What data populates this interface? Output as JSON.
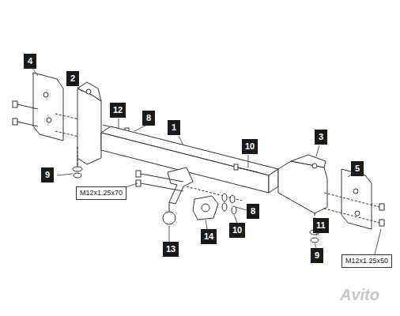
{
  "diagram": {
    "labels": [
      "4",
      "2",
      "12",
      "8",
      "1",
      "10",
      "3",
      "5",
      "9",
      "M12x1.25x70",
      "13",
      "14",
      "10",
      "8",
      "11",
      "9",
      "M12x1.25x50",
      "Avito"
    ]
  }
}
